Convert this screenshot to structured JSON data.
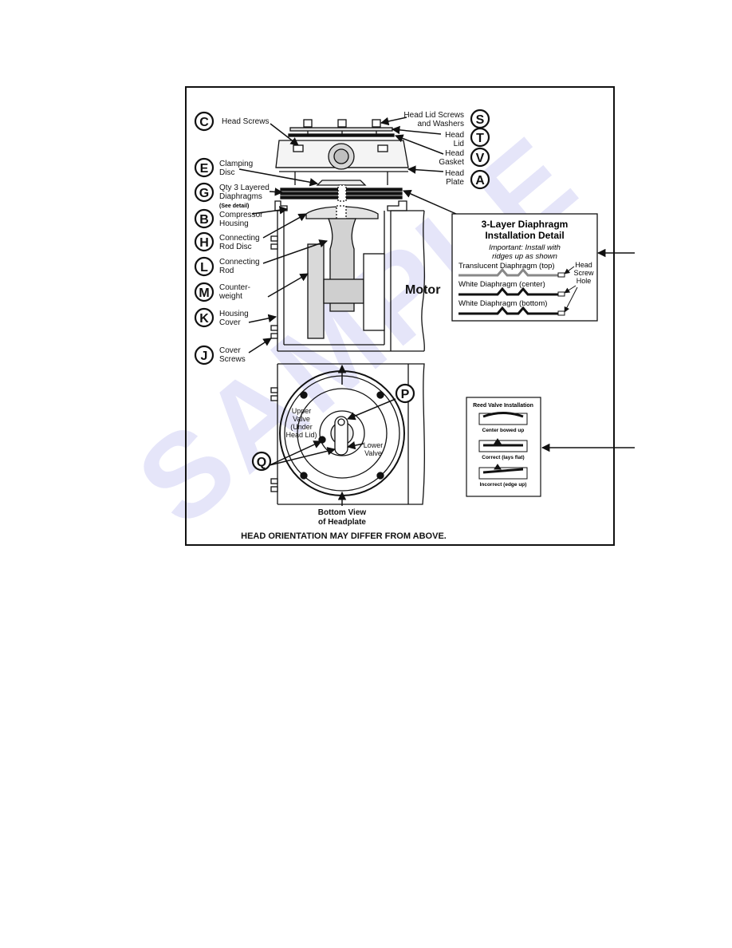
{
  "watermark": "SAMPLE",
  "part_labels": [
    {
      "letter": "C",
      "text": [
        "Head Screws"
      ]
    },
    {
      "letter": "E",
      "text": [
        "Clamping",
        "Disc"
      ]
    },
    {
      "letter": "G",
      "text": [
        "Qty 3 Layered",
        "Diaphragms"
      ],
      "sub": "(See detail)"
    },
    {
      "letter": "B",
      "text": [
        "Compressor",
        "Housing"
      ]
    },
    {
      "letter": "H",
      "text": [
        "Connecting",
        "Rod Disc"
      ]
    },
    {
      "letter": "L",
      "text": [
        "Connecting",
        "Rod"
      ]
    },
    {
      "letter": "M",
      "text": [
        "Counter-",
        "weight"
      ]
    },
    {
      "letter": "K",
      "text": [
        "Housing",
        "Cover"
      ]
    },
    {
      "letter": "J",
      "text": [
        "Cover",
        "Screws"
      ]
    },
    {
      "letter": "S",
      "text": [
        "Head Lid Screws",
        "and Washers"
      ]
    },
    {
      "letter": "T",
      "text": [
        "Head",
        "Lid"
      ]
    },
    {
      "letter": "V",
      "text": [
        "Head",
        "Gasket"
      ]
    },
    {
      "letter": "A",
      "text": [
        "Head",
        "Plate"
      ]
    },
    {
      "letter": "P",
      "text": []
    },
    {
      "letter": "Q",
      "text": []
    }
  ],
  "motor_label": "Motor",
  "diaphragm_detail": {
    "title_line1": "3-Layer Diaphragm",
    "title_line2": "Installation Detail",
    "note_line1": "Important: Install with",
    "note_line2": "ridges up as shown",
    "layers": [
      "Translucent Diaphragm (top)",
      "White Diaphragm (center)",
      "White Diaphragm (bottom)"
    ],
    "hole_label": [
      "Head",
      "Screw",
      "Hole"
    ]
  },
  "reed_valve": {
    "title": "Reed Valve Installation",
    "items": [
      "Center bowed up",
      "Correct (lays flat)",
      "Incorrect (edge up)"
    ]
  },
  "bottom_view": {
    "upper_valve": [
      "Upper",
      "Valve",
      "(Under",
      "Head Lid)"
    ],
    "lower_valve": [
      "Lower",
      "Valve"
    ],
    "caption": [
      "Bottom View",
      "of Headplate"
    ]
  },
  "footer_note": "HEAD ORIENTATION MAY DIFFER FROM ABOVE."
}
